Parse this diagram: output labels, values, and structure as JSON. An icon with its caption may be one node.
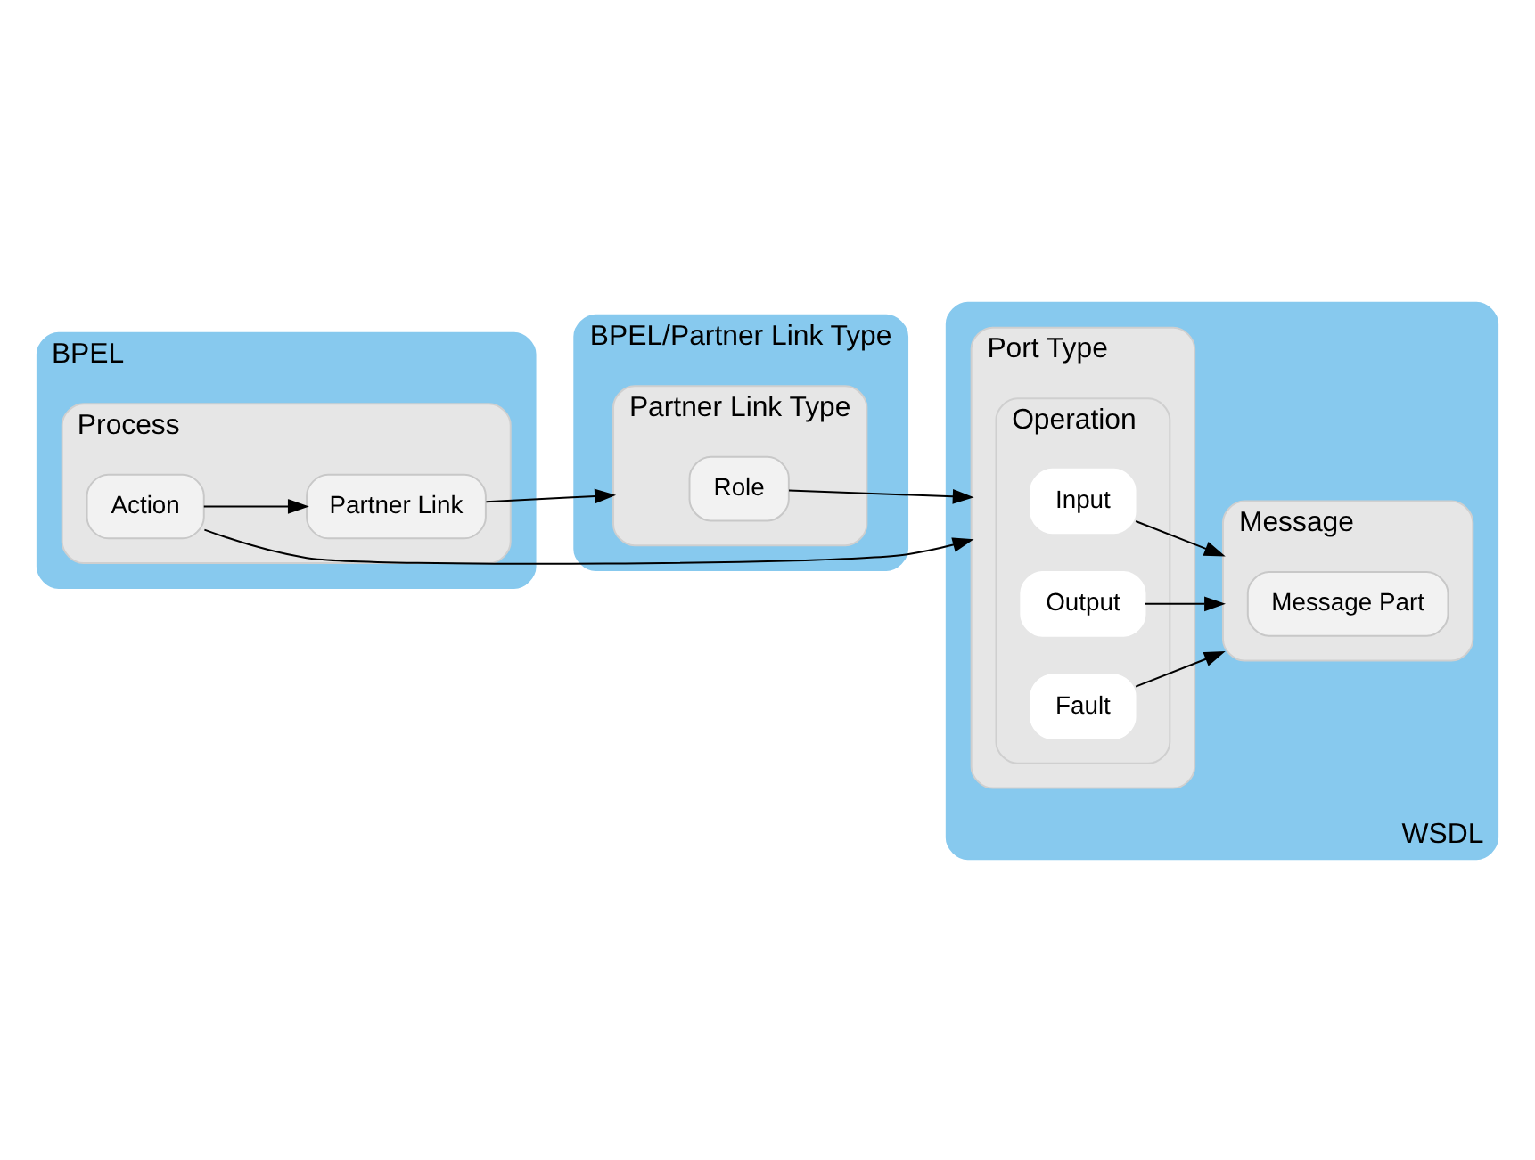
{
  "diagram": {
    "nodes": [
      {
        "text": [
          "BPEL"
        ]
      },
      {
        "text": [
          "Process"
        ],
        "in": 0
      },
      {
        "text": [
          "Action"
        ],
        "in": 1
      },
      {
        "text": [
          "Partner Link"
        ],
        "in": 1
      },
      {
        "text": [
          "BPEL/Partner Link Type"
        ]
      },
      {
        "text": [
          "Partner Link Type"
        ],
        "in": 4
      },
      {
        "text": [
          "Role"
        ],
        "in": 5
      },
      {
        "text": [
          "WSDL"
        ]
      },
      {
        "text": [
          "Port Type"
        ],
        "in": 7
      },
      {
        "text": [
          "Operation"
        ],
        "in": 8
      },
      {
        "text": [
          "Input"
        ],
        "in": 9
      },
      {
        "text": [
          "Output"
        ],
        "in": 9
      },
      {
        "text": [
          "Fault"
        ],
        "in": 9
      },
      {
        "text": [
          "Message"
        ],
        "in": 7
      },
      {
        "text": [
          "Message Part"
        ],
        "in": 13
      }
    ],
    "edges": [
      {
        "from": 2,
        "to": 3,
        "arrow": "to"
      },
      {
        "from": 3,
        "to": 5,
        "arrow": "to"
      },
      {
        "from": 2,
        "to": 8,
        "arrow": "to"
      },
      {
        "from": 6,
        "to": 8,
        "arrow": "to"
      },
      {
        "from": 10,
        "to": 13,
        "arrow": "to"
      },
      {
        "from": 11,
        "to": 13,
        "arrow": "to"
      },
      {
        "from": 12,
        "to": 13,
        "arrow": "to"
      }
    ]
  }
}
